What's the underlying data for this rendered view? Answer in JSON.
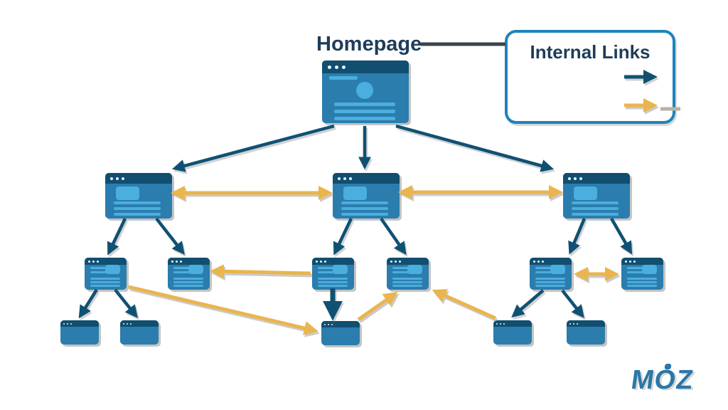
{
  "labels": {
    "homepage": "Homepage"
  },
  "legend": {
    "title": "Internal Links",
    "arrows": [
      {
        "name": "dark-blue-arrow",
        "color": "#0f5173"
      },
      {
        "name": "yellow-arrow",
        "color": "#eab54d"
      }
    ]
  },
  "logo": {
    "text": "MOZ",
    "color": "#2b77a7"
  },
  "colors": {
    "background": "#ffffff",
    "window_titlebar": "#114e70",
    "window_body": "#2b7dad",
    "window_content": "#4aaede",
    "hierarchy_link": "#0f5173",
    "cross_link": "#eab54d",
    "label_text": "#1e3d59",
    "legend_border": "#1e83bc"
  },
  "diagram": {
    "type": "site-structure",
    "nodes": [
      {
        "id": "homepage",
        "level": 1,
        "label": "Homepage"
      },
      {
        "id": "category-1",
        "level": 2
      },
      {
        "id": "category-2",
        "level": 2
      },
      {
        "id": "category-3",
        "level": 2
      },
      {
        "id": "subpage-1",
        "level": 3
      },
      {
        "id": "subpage-2",
        "level": 3
      },
      {
        "id": "subpage-3",
        "level": 3
      },
      {
        "id": "subpage-4",
        "level": 3
      },
      {
        "id": "subpage-5",
        "level": 3
      },
      {
        "id": "subpage-6",
        "level": 3
      },
      {
        "id": "deep-1",
        "level": 4
      },
      {
        "id": "deep-2",
        "level": 4
      },
      {
        "id": "deep-3",
        "level": 4
      },
      {
        "id": "deep-4",
        "level": 4
      },
      {
        "id": "deep-5",
        "level": 4
      }
    ],
    "hierarchy_links": [
      [
        "homepage",
        "category-1"
      ],
      [
        "homepage",
        "category-2"
      ],
      [
        "homepage",
        "category-3"
      ],
      [
        "category-1",
        "subpage-1"
      ],
      [
        "category-1",
        "subpage-2"
      ],
      [
        "category-2",
        "subpage-3"
      ],
      [
        "category-2",
        "subpage-4"
      ],
      [
        "category-3",
        "subpage-5"
      ],
      [
        "category-3",
        "subpage-6"
      ],
      [
        "subpage-1",
        "deep-1"
      ],
      [
        "subpage-1",
        "deep-2"
      ],
      [
        "subpage-3",
        "deep-3"
      ],
      [
        "subpage-5",
        "deep-4"
      ],
      [
        "subpage-5",
        "deep-5"
      ]
    ],
    "cross_links": [
      {
        "from": "category-1",
        "to": "category-2",
        "bidirectional": true
      },
      {
        "from": "category-2",
        "to": "category-3",
        "bidirectional": true
      },
      {
        "from": "subpage-3",
        "to": "subpage-2",
        "bidirectional": false
      },
      {
        "from": "subpage-5",
        "to": "subpage-6",
        "bidirectional": true
      },
      {
        "from": "subpage-1",
        "to": "deep-3",
        "bidirectional": false
      },
      {
        "from": "deep-3",
        "to": "subpage-4",
        "bidirectional": false
      },
      {
        "from": "deep-4",
        "to": "subpage-4",
        "bidirectional": false
      }
    ]
  }
}
